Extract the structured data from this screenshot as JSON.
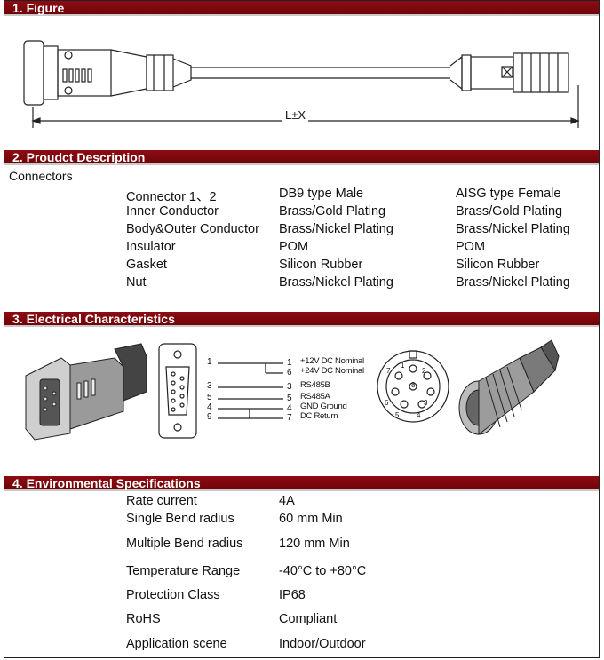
{
  "sections": {
    "figure": {
      "title": "1. Figure",
      "dimension_label": "L±X"
    },
    "product": {
      "title": "2.  Proudct Description",
      "subtitle": "Connectors"
    },
    "electrical": {
      "title": "3. Electrical Characteristics"
    },
    "environmental": {
      "title": "4. Environmental Specifications"
    }
  },
  "product_rows": [
    {
      "label": "Connector 1、2",
      "col1": "DB9 type Male",
      "col2": "AISG type Female"
    },
    {
      "label": "Inner Conductor",
      "col1": "Brass/Gold Plating",
      "col2": "Brass/Gold Plating"
    },
    {
      "label": "Body&Outer Conductor",
      "col1": "Brass/Nickel Plating",
      "col2": "Brass/Nickel Plating"
    },
    {
      "label": "Insulator",
      "col1": "POM",
      "col2": "POM"
    },
    {
      "label": "Gasket",
      "col1": "Silicon Rubber",
      "col2": "Silicon Rubber"
    },
    {
      "label": "Nut",
      "col1": "Brass/Nickel Plating",
      "col2": "Brass/Nickel Plating"
    }
  ],
  "wiring": [
    {
      "left": "1",
      "right": "1",
      "desc": "+12V DC Nominal"
    },
    {
      "left": "",
      "right": "6",
      "desc": "+24V DC Nominal"
    },
    {
      "left": "3",
      "right": "3",
      "desc": "RS485B"
    },
    {
      "left": "5",
      "right": "5",
      "desc": "RS485A"
    },
    {
      "left": "4",
      "right": "4",
      "desc": "GND Ground"
    },
    {
      "left": "9",
      "right": "7",
      "desc": "DC Return"
    }
  ],
  "aisg_pins": [
    "1",
    "2",
    "3",
    "4",
    "5",
    "6",
    "7",
    "8"
  ],
  "env_rows": [
    {
      "label": "Rate current",
      "value": "4A"
    },
    {
      "label": "Single Bend radius",
      "value": "60 mm Min"
    },
    {
      "label": "Multiple Bend radius",
      "value": "120 mm Min"
    },
    {
      "label": "Temperature Range",
      "value": "-40°C to +80°C"
    },
    {
      "label": "Protection Class",
      "value": "IP68"
    },
    {
      "label": "RoHS",
      "value": "Compliant"
    },
    {
      "label": "Application scene",
      "value": "Indoor/Outdoor"
    }
  ]
}
